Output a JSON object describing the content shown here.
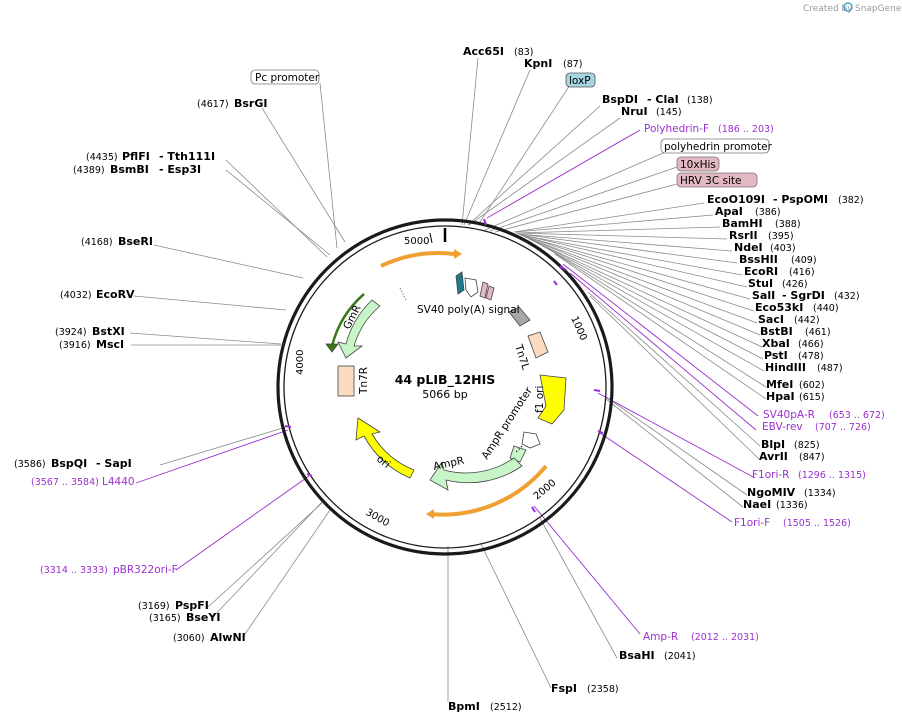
{
  "header": {
    "credit_prefix": "Created by",
    "credit_brand": "SnapGene"
  },
  "plasmid": {
    "name": "44 pLIB_12HIS",
    "length": "5066 bp",
    "backbone_color": "#1a1a1a"
  },
  "ruler": [
    "1000",
    "2000",
    "3000",
    "4000",
    "5000"
  ],
  "features": {
    "sv40_polya": "SV40 poly(A) signal",
    "gmr": "GmR",
    "tn7l": "Tn7L",
    "tn7r": "Tn7R",
    "f1_ori": "f1 ori",
    "ampr_promoter": "AmpR promoter",
    "ampr": "AmpR",
    "ori": "ori",
    "small_ori": "..."
  },
  "boxed_labels": {
    "pc_promoter": "Pc promoter",
    "loxp": "loxP",
    "polyhedrin_promoter": "polyhedrin promoter",
    "his10": "10xHis",
    "hrv3c": "HRV 3C site"
  },
  "colors": {
    "enzyme_text": "#000000",
    "primer": "#9b30d0",
    "loxp_fill": "#a8d5e2",
    "tag_fill": "#e4b8c3",
    "ampr_fill": "#c7f5c8",
    "ori_fill": "#ffff00",
    "tn7_fill": "#fbdcc0",
    "orange_arc": "#f0a030",
    "teal_arrow": "#1d7a8c"
  },
  "sites": {
    "acc65i": {
      "name": "Acc65I",
      "pos": "(83)"
    },
    "kpni": {
      "name": "KpnI",
      "pos": "(87)"
    },
    "bspdi": {
      "name": "BspDI",
      "name2": "- ClaI",
      "pos": "(138)"
    },
    "nrui": {
      "name": "NruI",
      "pos": "(145)"
    },
    "ecoo109i": {
      "name": "EcoO109I",
      "name2": "- PspOMI",
      "pos": "(382)"
    },
    "apai": {
      "name": "ApaI",
      "pos": "(386)"
    },
    "bamhi": {
      "name": "BamHI",
      "pos": "(388)"
    },
    "rsrii": {
      "name": "RsrII",
      "pos": "(395)"
    },
    "ndei": {
      "name": "NdeI",
      "pos": "(403)"
    },
    "bsshii": {
      "name": "BssHII",
      "pos": "(409)"
    },
    "ecori": {
      "name": "EcoRI",
      "pos": "(416)"
    },
    "stui": {
      "name": "StuI",
      "pos": "(426)"
    },
    "sali": {
      "name": "SalI",
      "name2": "- SgrDI",
      "pos": "(432)"
    },
    "eco53ki": {
      "name": "Eco53kI",
      "pos": "(440)"
    },
    "saci": {
      "name": "SacI",
      "pos": "(442)"
    },
    "bstbi": {
      "name": "BstBI",
      "pos": "(461)"
    },
    "xbai": {
      "name": "XbaI",
      "pos": "(466)"
    },
    "psti": {
      "name": "PstI",
      "pos": "(478)"
    },
    "hindiii": {
      "name": "HindIII",
      "pos": "(487)"
    },
    "mfei": {
      "name": "MfeI",
      "pos": "(602)"
    },
    "hpai": {
      "name": "HpaI",
      "pos": "(615)"
    },
    "blpi": {
      "name": "BlpI",
      "pos": "(825)"
    },
    "avrii": {
      "name": "AvrII",
      "pos": "(847)"
    },
    "ngomiv": {
      "name": "NgoMIV",
      "pos": "(1334)"
    },
    "naei": {
      "name": "NaeI",
      "pos": "(1336)"
    },
    "bsahi": {
      "name": "BsaHI",
      "pos": "(2041)"
    },
    "fspi": {
      "name": "FspI",
      "pos": "(2358)"
    },
    "bpmi": {
      "name": "BpmI",
      "pos": "(2512)"
    },
    "alwni": {
      "name": "AlwNI",
      "pos": "(3060)"
    },
    "pspfi": {
      "name": "PspFI",
      "pos": "(3169)"
    },
    "bseyi": {
      "name": "BseYI",
      "pos": "(3165)"
    },
    "bspqi": {
      "name": "BspQI",
      "name2": "- SapI",
      "pos": "(3586)"
    },
    "bstxi": {
      "name": "BstXI",
      "pos": "(3924)"
    },
    "msci": {
      "name": "MscI",
      "pos": "(3916)"
    },
    "ecorv": {
      "name": "EcoRV",
      "pos": "(4032)"
    },
    "bseri": {
      "name": "BseRI",
      "pos": "(4168)"
    },
    "pflfi": {
      "name": "PflFI",
      "name2": "- Tth111I",
      "pos": "(4435)"
    },
    "bsmbi": {
      "name": "BsmBI",
      "name2": "- Esp3I",
      "pos": "(4389)"
    },
    "bsrgi": {
      "name": "BsrGI",
      "pos": "(4617)"
    }
  },
  "primers": {
    "polyhedrin_f": {
      "name": "Polyhedrin-F",
      "pos": "(186 .. 203)"
    },
    "sv40pa_r": {
      "name": "SV40pA-R",
      "pos": "(653 .. 672)"
    },
    "ebv_rev": {
      "name": "EBV-rev",
      "pos": "(707 .. 726)"
    },
    "f1ori_r": {
      "name": "F1ori-R",
      "pos": "(1296 .. 1315)"
    },
    "f1ori_f": {
      "name": "F1ori-F",
      "pos": "(1505 .. 1526)"
    },
    "amp_r": {
      "name": "Amp-R",
      "pos": "(2012 .. 2031)"
    },
    "l4440": {
      "name": "L4440",
      "pos": "(3567 .. 3584)"
    },
    "pbr322ori_f": {
      "name": "pBR322ori-F",
      "pos": "(3314 .. 3333)"
    }
  }
}
